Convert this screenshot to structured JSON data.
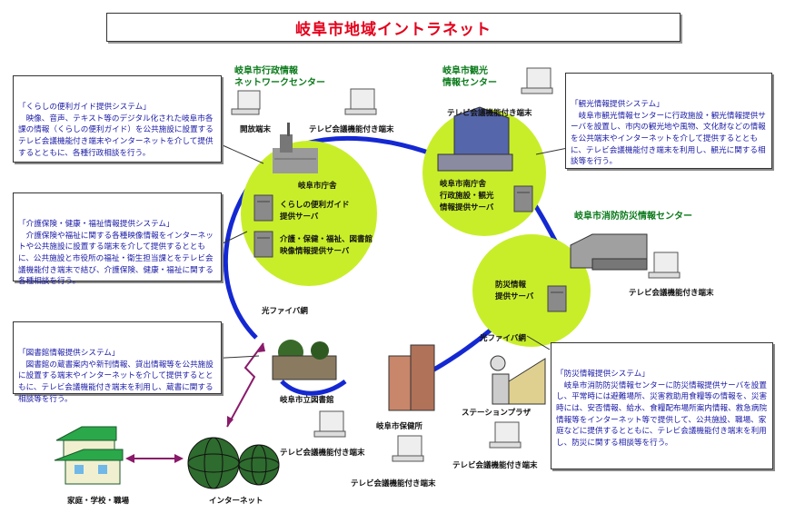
{
  "title": "岐阜市地域イントラネット",
  "centers": {
    "gyosei": "岐阜市行政情報\nネットワークセンター",
    "kanko": "岐阜市観光\n情報センター",
    "shobo": "岐阜市消防防災情報センター"
  },
  "descriptions": {
    "kurashi": {
      "heading": "「くらしの便利ガイド提供システム」",
      "body": "　映像、音声、テキスト等のデジタル化された岐阜市各課の情報（くらしの便利ガイド）を公共施設に設置するテレビ会議機能付き端末やインターネットを介して提供するとともに、各種行政相談を行う。"
    },
    "kaigo": {
      "heading": "「介護保険・健康・福祉情報提供システム」",
      "body": "　介護保険や福祉に関する各種映像情報をインターネットや公共施設に設置する端末を介して提供するとともに、公共施設と市役所の福祉・衛生担当課とをテレビ会議機能付き端末で結び、介護保険、健康・福祉に関する各種相談を行う。"
    },
    "toshokan": {
      "heading": "「図書館情報提供システム」",
      "body": "　図書館の蔵書案内や新刊情報、貸出情報等を公共施設に設置する端末やインターネットを介して提供するとともに、テレビ会議機能付き端末を利用し、蔵書に関する相談等を行う。"
    },
    "kanko": {
      "heading": "「観光情報提供システム」",
      "body": "　岐阜市観光情報センターに行政施設・観光情報提供サーバを設置し、市内の観光地や風物、文化財などの情報を公共端末やインターネットを介して提供するとともに、テレビ会議機能付き端末を利用し、観光に関する相談等を行う。"
    },
    "bosai": {
      "heading": "「防災情報提供システム」",
      "body": "　岐阜市消防防災情報センターに防災情報提供サーバを設置し、平常時には避難場所、災害救助用食糧等の情報を、災害時には、安否情報、給水、食糧配布場所案内情報、救急病院情報等をインターネット等で提供して、公共施設、職場、家庭などに提供するとともに、テレビ会議機能付き端末を利用し、防災に関する相談等を行う。"
    }
  },
  "labels": {
    "kaiho_tanmatsu": "開放端末",
    "tv_tanmatsu_1": "テレビ会議機能付き端末",
    "shichosha": "岐阜市庁舎",
    "kurashi_server": "くらしの便利ガイド\n提供サーバ",
    "kaigo_server": "介護・保健・福祉、図書館\n映像情報提供サーバ",
    "tv_tanmatsu_2": "テレビ会議機能付き端末",
    "minami_chosha": "岐阜市南庁舎",
    "kanko_server": "行政施設・観光\n情報提供サーバ",
    "bosai_server": "防災情報\n提供サーバ",
    "tv_tanmatsu_3": "テレビ会議機能付き端末",
    "fiber_1": "光ファイバ網",
    "fiber_2": "光ファイバ網",
    "toshokan": "岐阜市立図書館",
    "hokenjo": "岐阜市保健所",
    "station": "ステーションプラザ",
    "tv_tanmatsu_4": "テレビ会議機能付き端末",
    "tv_tanmatsu_5": "テレビ会議機能付き端末",
    "tv_tanmatsu_6": "テレビ会議機能付き端末",
    "katei": "家庭・学校・職場",
    "internet": "インターネット"
  },
  "colors": {
    "title_red": "#e3001b",
    "circle_green": "#c8ee2a",
    "ring_blue": "#1428d2",
    "text_blue": "#1a1aa6",
    "center_green": "#0a7a1a",
    "link_purple": "#8a1a6a"
  }
}
